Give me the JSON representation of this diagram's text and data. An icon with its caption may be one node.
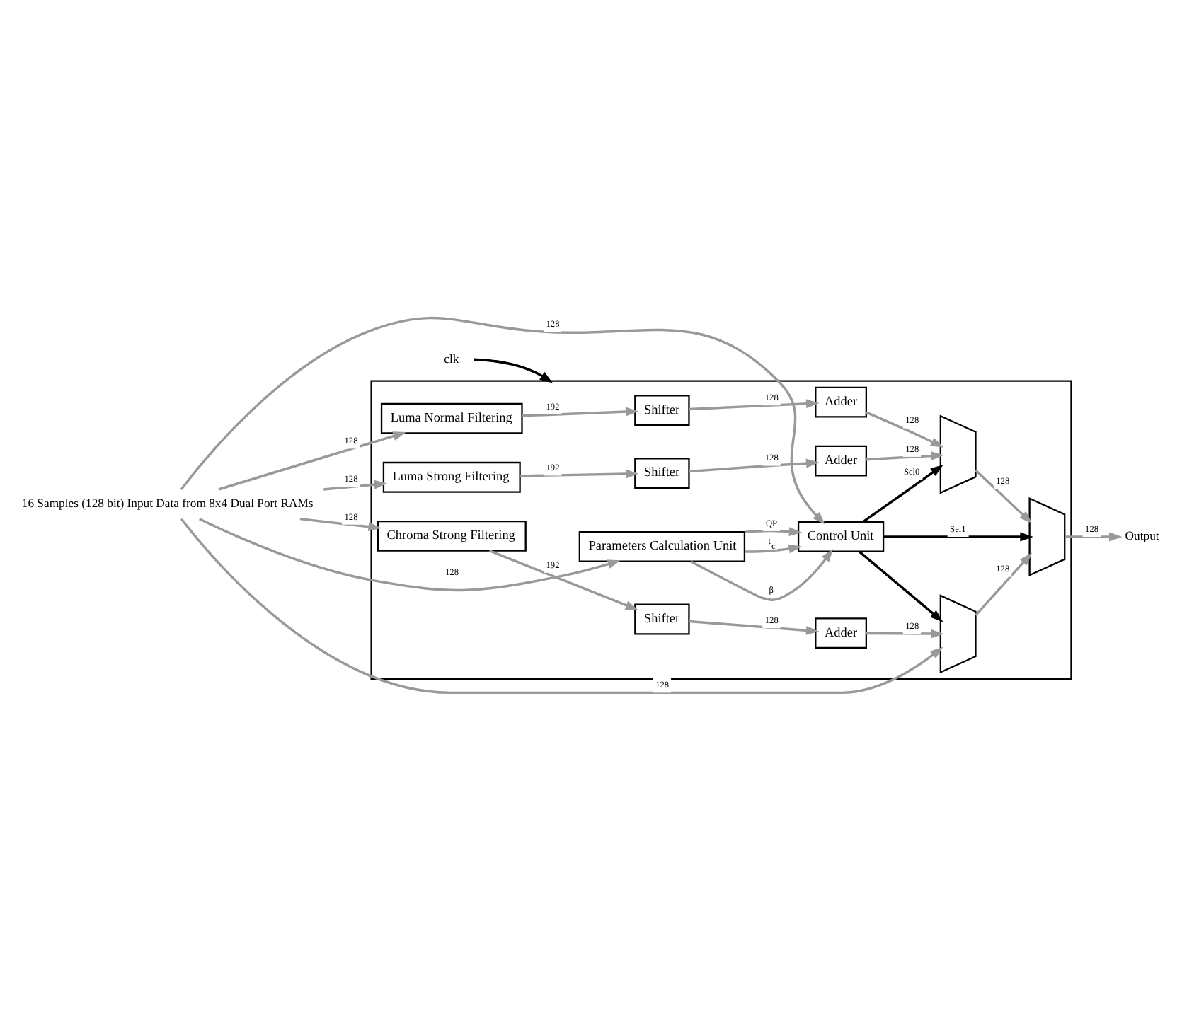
{
  "diagram": {
    "nodes": [
      {
        "text": [],
        "shape": "box"
      },
      {
        "text": [
          "16 Samples (128 bit) Input Data from 8x4 Dual Port RAMs"
        ]
      },
      {
        "text": [
          "Parameters Calculation Unit"
        ],
        "in": 0
      },
      {
        "text": [
          "Control Unit"
        ],
        "in": 0
      },
      {
        "text": [
          "Luma Normal Filtering"
        ],
        "in": 0
      },
      {
        "text": [
          "Shifter"
        ],
        "in": 0
      },
      {
        "text": [
          "Adder"
        ],
        "in": 0
      },
      {
        "text": [
          "Luma Strong Filtering"
        ],
        "in": 0
      },
      {
        "text": [
          "Shifter"
        ],
        "in": 0
      },
      {
        "text": [
          "Adder"
        ],
        "in": 0
      },
      {
        "text": [
          "Chroma Strong Filtering"
        ],
        "in": 0
      },
      {
        "text": [
          "Shifter"
        ],
        "in": 0
      },
      {
        "text": [
          "Adder"
        ],
        "in": 0
      },
      {
        "text": [],
        "shape": "trapezoid",
        "in": 0
      },
      {
        "text": [],
        "shape": "trapezoid",
        "in": 0
      },
      {
        "text": [],
        "shape": "trapezoid",
        "in": 0
      },
      {
        "text": [
          "Output"
        ]
      },
      {
        "text": [
          "clk"
        ]
      }
    ],
    "edges": [
      {
        "from": 1,
        "to": 2,
        "arrow": "to",
        "label": "128"
      },
      {
        "from": 1,
        "to": 3,
        "arrow": "to",
        "label": "128"
      },
      {
        "from": 2,
        "to": 3,
        "arrow": "to",
        "label": "β"
      },
      {
        "from": 2,
        "to": 3,
        "arrow": "to",
        "label": "t$_{c}$"
      },
      {
        "from": 2,
        "to": 3,
        "arrow": "to",
        "label": "QP"
      },
      {
        "from": 1,
        "to": 4,
        "arrow": "to",
        "label": "128"
      },
      {
        "from": 4,
        "to": 5,
        "arrow": "to",
        "label": "192"
      },
      {
        "from": 5,
        "to": 6,
        "arrow": "to",
        "label": "128"
      },
      {
        "from": 6,
        "to": 13,
        "arrow": "to",
        "label": "128"
      },
      {
        "from": 1,
        "to": 7,
        "arrow": "to",
        "label": "128"
      },
      {
        "from": 7,
        "to": 8,
        "arrow": "to",
        "label": "192"
      },
      {
        "from": 8,
        "to": 9,
        "arrow": "to",
        "label": "128"
      },
      {
        "from": 9,
        "to": 13,
        "arrow": "to",
        "label": "128"
      },
      {
        "from": 1,
        "to": 14,
        "arrow": "to",
        "label": "128"
      },
      {
        "from": 1,
        "to": 10,
        "arrow": "to",
        "label": "128"
      },
      {
        "from": 10,
        "to": 11,
        "arrow": "to",
        "label": "192"
      },
      {
        "from": 11,
        "to": 12,
        "arrow": "to",
        "label": "128"
      },
      {
        "from": 12,
        "to": 14,
        "arrow": "to",
        "label": "128"
      },
      {
        "from": 3,
        "to": 13,
        "arrow": "to",
        "label": "Sel0",
        "color": "#000000"
      },
      {
        "from": 3,
        "to": 14,
        "arrow": "to",
        "color": "#000000"
      },
      {
        "from": 3,
        "to": 15,
        "arrow": "to",
        "label": "Sel1",
        "color": "#000000"
      },
      {
        "from": 13,
        "to": 15,
        "arrow": "to",
        "label": "128"
      },
      {
        "from": 14,
        "to": 15,
        "arrow": "to",
        "label": "128"
      },
      {
        "from": 15,
        "to": 16,
        "arrow": "to",
        "label": "128"
      },
      {
        "from": 17,
        "to": 0,
        "arrow": "to",
        "color": "#000000"
      }
    ]
  }
}
